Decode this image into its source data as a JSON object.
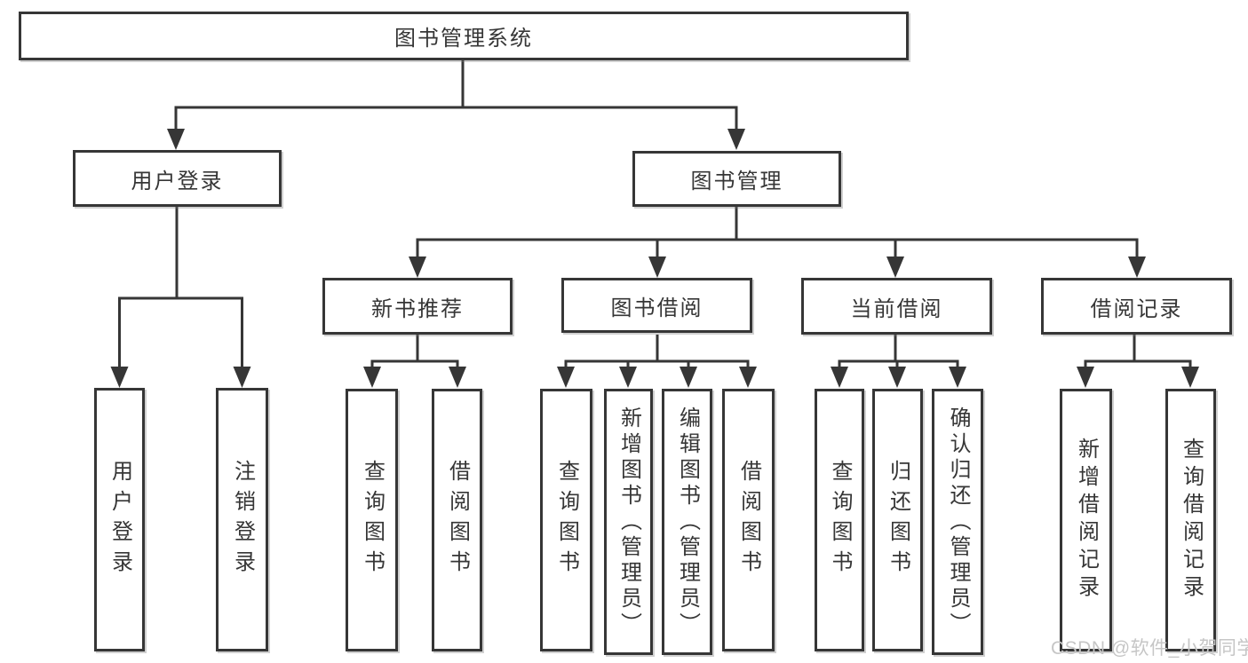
{
  "root": {
    "label": "图书管理系统"
  },
  "tree": {
    "user_login": {
      "label": "用户登录",
      "children": [
        "用户登录",
        "注销登录"
      ]
    },
    "book_management": {
      "label": "图书管理",
      "children": {
        "new_book_recommend": {
          "label": "新书推荐",
          "children": [
            "查询图书",
            "借阅图书"
          ]
        },
        "book_borrow": {
          "label": "图书借阅",
          "children": [
            "查询图书",
            "新增图书（管理员）",
            "编辑图书（管理员）",
            "借阅图书"
          ]
        },
        "current_borrow": {
          "label": "当前借阅",
          "children": [
            "查询图书",
            "归还图书",
            "确认归还（管理员）"
          ]
        },
        "borrow_record": {
          "label": "借阅记录",
          "children": [
            "新增借阅记录",
            "查询借阅记录"
          ]
        }
      }
    }
  },
  "watermark": {
    "text": "CSDN @软件_小贺同学"
  },
  "colors": {
    "line": "#363636",
    "text": "#363636",
    "background": "#ffffff",
    "watermark": "#c6c6c6"
  }
}
